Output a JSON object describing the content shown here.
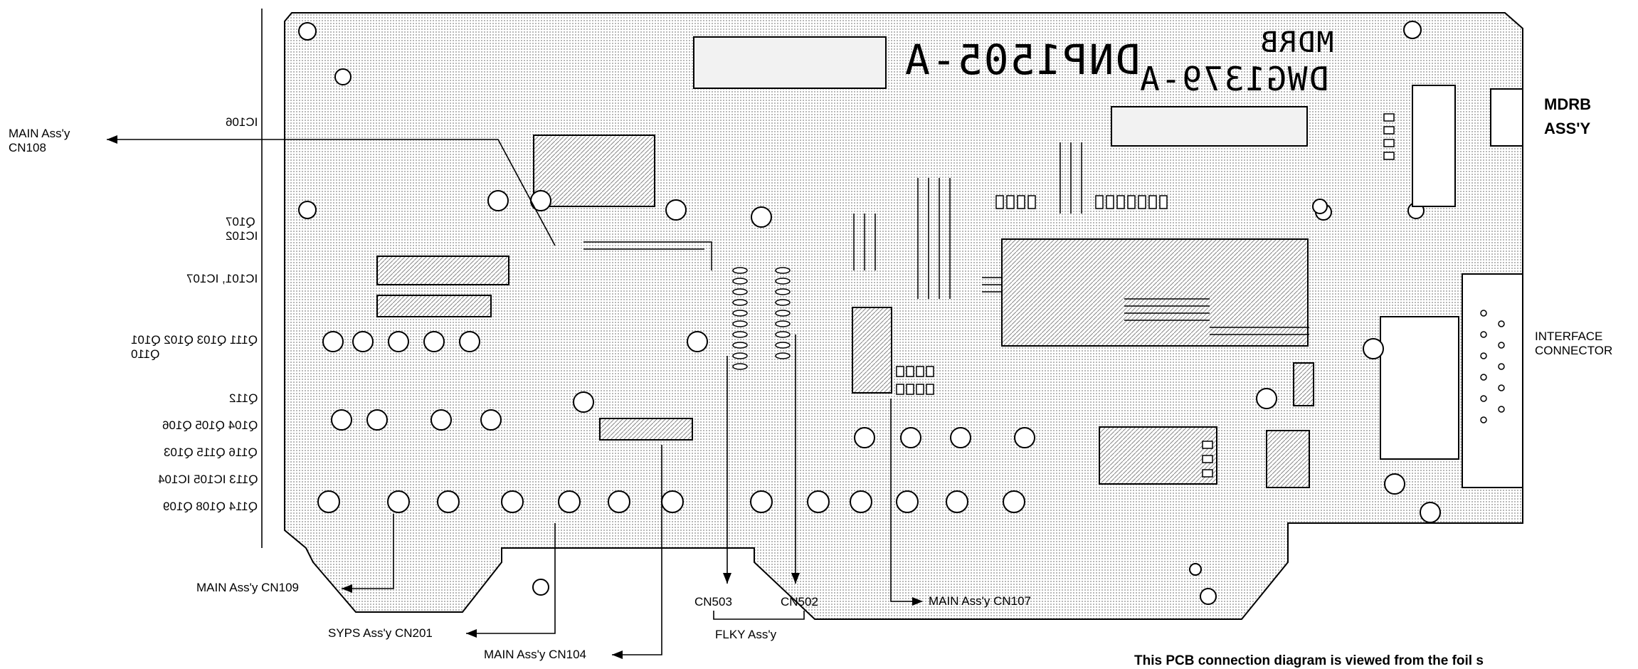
{
  "board": {
    "silk_part_no": "DNP1505-A",
    "silk_name": "MDRB",
    "silk_dwg": "DWG1379-A"
  },
  "side_labels": [
    "IC106",
    "Q107\nIC102",
    "IC101, IC107",
    "Q111 Q103 Q102 Q101\nQ110",
    "Q112",
    "Q104 Q105 Q106",
    "Q116 Q115 Q103",
    "Q113 IC105 IC104",
    "Q114 Q108 Q109"
  ],
  "connectors": {
    "main_cn108": "MAIN Ass'y\nCN108",
    "main_cn109": "MAIN Ass'y CN109",
    "syps_cn201": "SYPS Ass'y CN201",
    "main_cn104": "MAIN Ass'y CN104",
    "cn503": "CN503",
    "cn502": "CN502",
    "flky": "FLKY Ass'y",
    "main_cn107": "MAIN Ass'y CN107",
    "mdrb_assy": "MDRB\nASS'Y",
    "interface": "INTERFACE\nCONNECTOR"
  },
  "note": "This PCB connection diagram is viewed from the foil s"
}
